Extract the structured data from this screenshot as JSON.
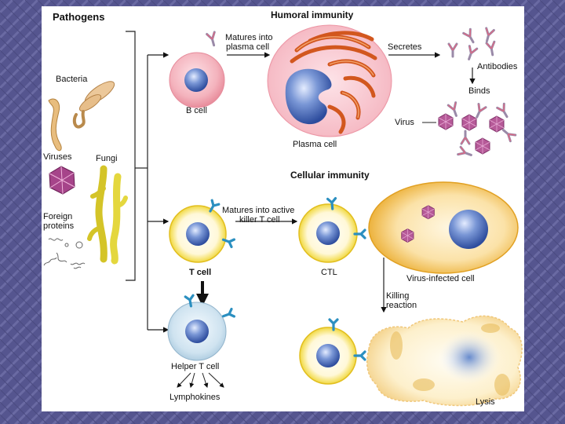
{
  "colors": {
    "background": "#55558f",
    "panel": "#ffffff",
    "b_cell": "#f3a6b0",
    "plasma_cell": "#f8c4cc",
    "t_cell_ring": "#f2d83a",
    "nucleus": "#3f5fb0",
    "helper_cell": "#cfe3f0",
    "infected_cell": "#f2b12d",
    "fungi": "#e6dc3a",
    "virus": "#b04a8e",
    "er_membrane": "#d2571e"
  },
  "headers": {
    "pathogens": "Pathogens",
    "humoral": "Humoral immunity",
    "cellular": "Cellular immunity"
  },
  "pathogens": {
    "bacteria": "Bacteria",
    "viruses": "Viruses",
    "fungi": "Fungi",
    "foreign_proteins_line1": "Foreign",
    "foreign_proteins_line2": "proteins"
  },
  "humoral": {
    "matures_line1": "Matures into",
    "matures_line2": "plasma cell",
    "b_cell": "B cell",
    "plasma_cell": "Plasma cell",
    "secretes": "Secretes",
    "antibodies": "Antibodies",
    "binds": "Binds",
    "virus": "Virus"
  },
  "cellular": {
    "matures_line1": "Matures into active",
    "matures_line2": "killer T cell",
    "t_cell": "T cell",
    "ctl": "CTL",
    "infected": "Virus-infected cell",
    "killing_line1": "Killing",
    "killing_line2": "reaction",
    "helper_t_cell": "Helper T cell",
    "lymphokines": "Lymphokines",
    "lysis": "Lysis"
  },
  "icons": [
    "antibody-icon",
    "receptor-icon",
    "virus-icon",
    "arrow-icon"
  ]
}
